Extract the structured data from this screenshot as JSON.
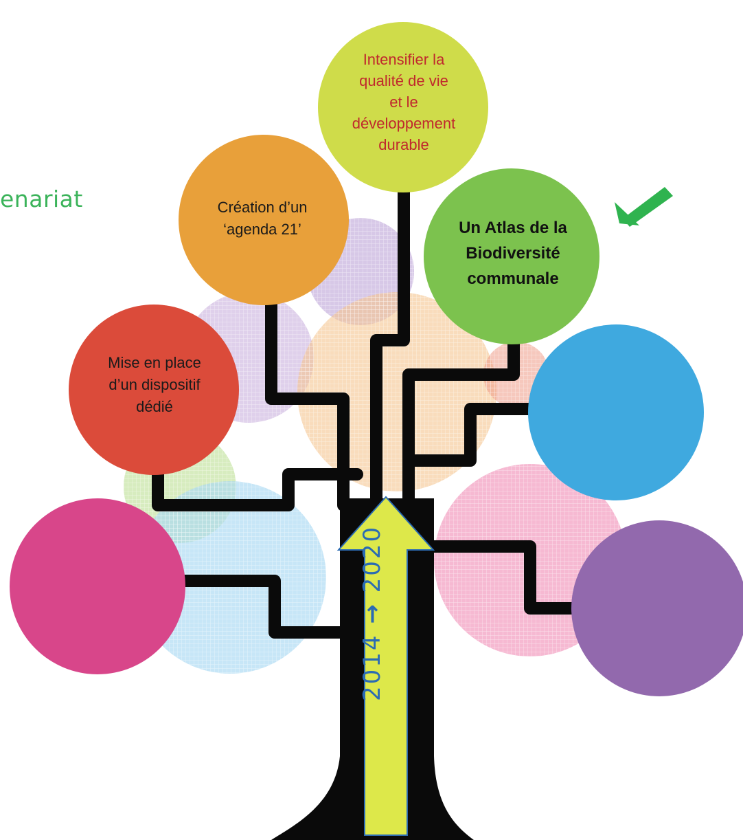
{
  "title_fragment": "enariat",
  "bubbles": {
    "top": {
      "lines": [
        "Intensifier la",
        "qualité de vie",
        "et le",
        "développement",
        "durable"
      ],
      "color": "#cfdc4a",
      "text_color": "#c0282d"
    },
    "creation": {
      "lines": [
        "Création d’un",
        "‘agenda 21’"
      ],
      "color": "#e8a03a"
    },
    "atlas": {
      "lines": [
        "Un Atlas de la",
        "Biodiversité",
        "communale"
      ],
      "color": "#7cc24e"
    },
    "mise": {
      "lines": [
        "Mise en place",
        "d’un dispositif",
        "dédié"
      ],
      "color": "#db4b3a"
    },
    "blue_right": {
      "color": "#3fa9df"
    },
    "pink_left": {
      "color": "#d8468a"
    },
    "purple_right": {
      "color": "#9269ad"
    }
  },
  "trunk_label": {
    "start": "2014",
    "arrow": "→",
    "end": "2020"
  },
  "colors": {
    "trunk": "#0a0a0a",
    "arrow_fill": "#dde84a",
    "arrow_stroke": "#2b6bb3",
    "pointer_arrow": "#2fb34f",
    "title_green": "#3bb35a"
  }
}
